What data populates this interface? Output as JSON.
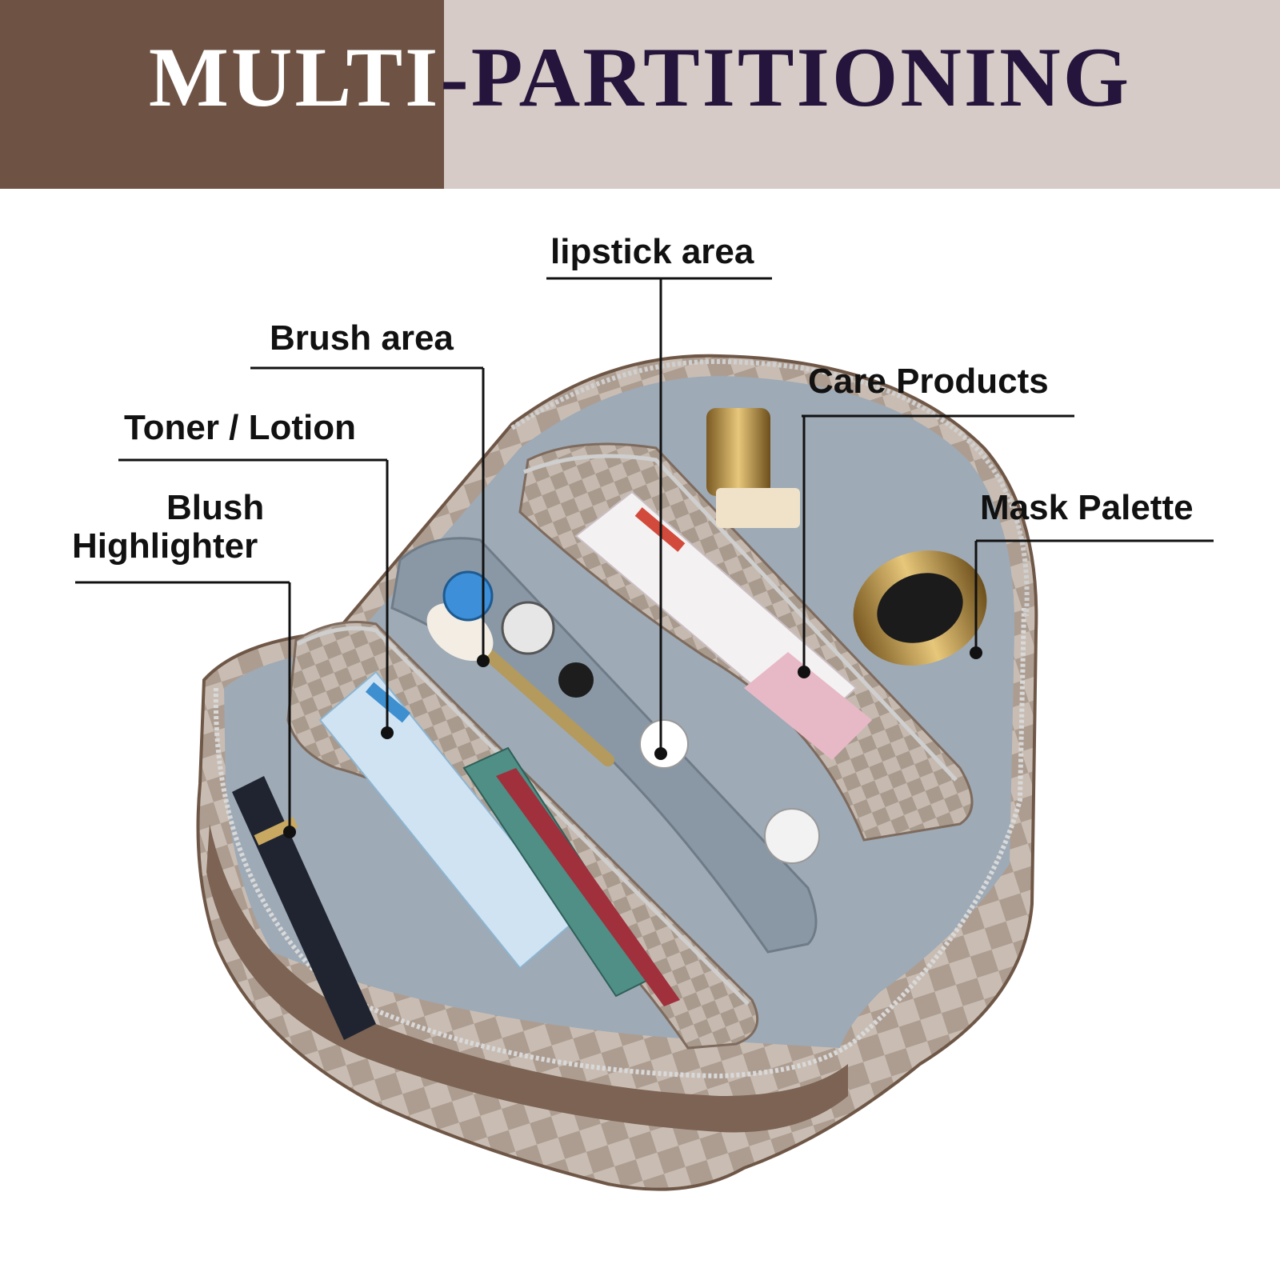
{
  "banner": {
    "title_part1": "MULTI",
    "title_part2": "-PARTITIONING",
    "colors": {
      "left_bg": "#6e5244",
      "right_bg": "#d6cbc6",
      "part1": "#ffffff",
      "part2": "#25143b"
    }
  },
  "labels": {
    "lipstick": "lipstick area",
    "brush": "Brush area",
    "care": "Care Products",
    "toner": "Toner / Lotion",
    "mask": "Mask Palette",
    "blush_line1": "Blush",
    "blush_line2": "Highlighter"
  }
}
